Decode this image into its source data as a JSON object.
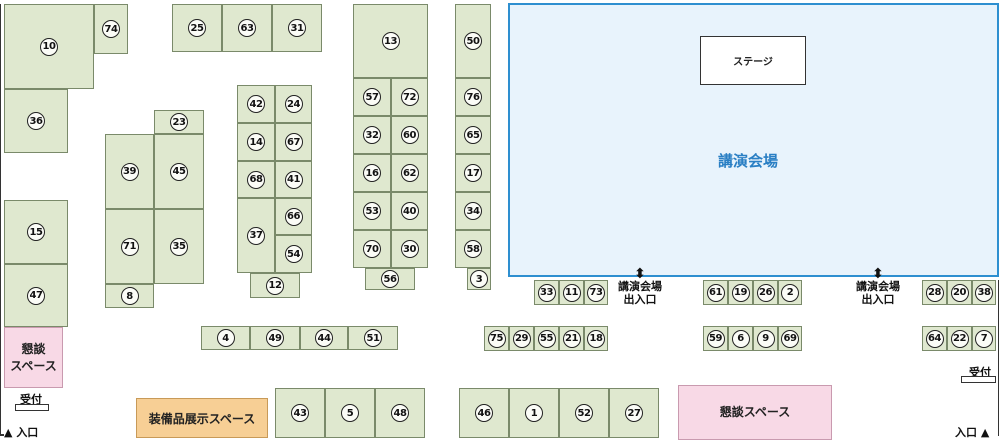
{
  "booths": [
    "10",
    "74",
    "25",
    "63",
    "31",
    "13",
    "50",
    "36",
    "42",
    "24",
    "57",
    "72",
    "76",
    "23",
    "14",
    "67",
    "32",
    "60",
    "65",
    "39",
    "45",
    "68",
    "41",
    "16",
    "62",
    "17",
    "15",
    "66",
    "53",
    "40",
    "34",
    "71",
    "35",
    "37",
    "54",
    "70",
    "30",
    "58",
    "47",
    "12",
    "56",
    "3",
    "8",
    "33",
    "11",
    "73",
    "61",
    "19",
    "26",
    "2",
    "28",
    "20",
    "38",
    "4",
    "49",
    "44",
    "51",
    "75",
    "29",
    "55",
    "21",
    "18",
    "59",
    "6",
    "9",
    "69",
    "64",
    "22",
    "7",
    "43",
    "5",
    "48",
    "46",
    "1",
    "52",
    "27"
  ],
  "hall": {
    "name": "講演会場",
    "stage": "ステージ"
  },
  "exits": [
    {
      "line1": "講演会場",
      "line2": "出入口",
      "arrow": "⬍"
    },
    {
      "line1": "講演会場",
      "line2": "出入口",
      "arrow": "⬍"
    }
  ],
  "spaces": {
    "lounge_left_line1": "懇談",
    "lounge_left_line2": "スペース",
    "lounge_bottom": "懇談スペース",
    "equipment": "装備品展示スペース"
  },
  "reception_label": "受付",
  "entrance_label": "入口",
  "entrance_arrow": "▲",
  "colors": {
    "booth": "#dfe8cf",
    "hall": "#e8f3fc",
    "hall_border": "#2e8fd0",
    "lounge": "#f8d9e6",
    "equipment": "#f7cf95"
  }
}
